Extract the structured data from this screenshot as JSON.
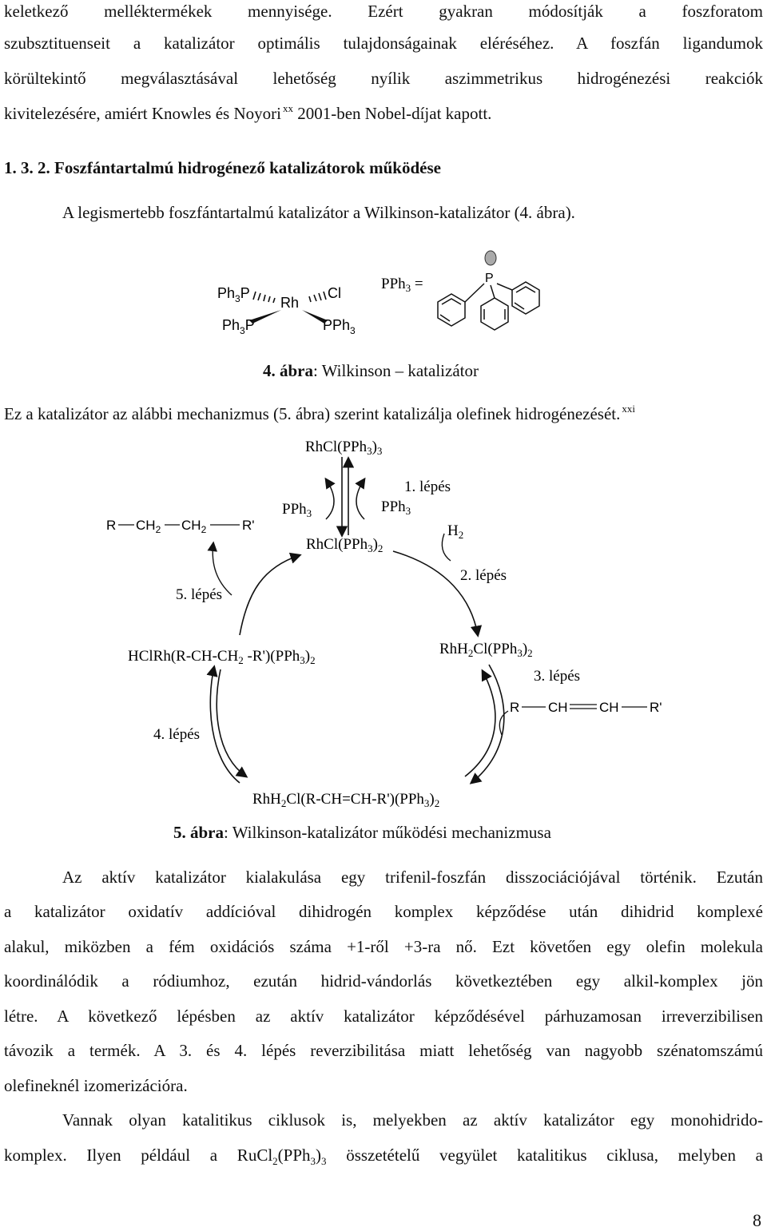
{
  "intro": {
    "line1": "keletkező melléktermékek mennyisége. Ezért gyakran módosítják a foszforatom",
    "line2": "szubsztituenseit a katalizátor optimális tulajdonságainak eléréséhez. A foszfán ligandumok",
    "line3": "körültekintő megválasztásával lehetőség nyílik aszimmetrikus hidrogénezési reakciók",
    "line4_a": "kivitelezésére, amiért Knowles és Noyori",
    "line4_sup": "xx",
    "line4_b": " 2001-ben Nobel-díjat kapott."
  },
  "section": {
    "title": "1. 3. 2. Foszfántartalmú hidrogénező katalizátorok működése",
    "lead": "A legismertebb foszfántartalmú katalizátor a Wilkinson-katalizátor (4. ábra)."
  },
  "figure4": {
    "ligand_tl": "Ph",
    "ligand_tl_sub": "3",
    "ligand_tl_p": "P",
    "metal": "Rh",
    "ligand_tr": "Cl",
    "ligand_bl": "Ph",
    "ligand_bl_sub": "3",
    "ligand_bl_p": "P",
    "ligand_br": "PPh",
    "ligand_br_sub": "3",
    "pph3_label": "PPh",
    "pph3_sub": "3",
    "pph3_eq": " =",
    "phosphorus": "P",
    "caption_num": "4. ábra",
    "caption_text": ": Wilkinson – katalizátor"
  },
  "mech_intro": {
    "text": "Ez a katalizátor az alábbi mechanizmus (5. ábra) szerint katalizálja olefinek hidrogénezését.",
    "sup": "xxi"
  },
  "figure5": {
    "top_complex": "RhCl(PPh3)3",
    "active_complex": "RhCl(PPh3)2",
    "pph3_left": "PPh3",
    "pph3_right": "PPh3",
    "step1": "1. lépés",
    "h2": "H2",
    "step2": "2. lépés",
    "dihydride": "RhH2Cl(PPh3)2",
    "step3": "3. lépés",
    "olefin": "R—CH═CH—R'",
    "olefin_complex": "RhH2Cl(R-CH=CH-R')(PPh3)2",
    "step4": "4. lépés",
    "alkyl_complex": "HClRh(R-CH-CH2-R')(PPh3)2",
    "step5": "5. lépés",
    "product": "R—CH2—CH2—R'",
    "caption_num": "5. ábra",
    "caption_text": ": Wilkinson-katalizátor működési mechanizmusa"
  },
  "para1": [
    "Az aktív katalizátor kialakulása egy trifenil-foszfán disszociációjával történik. Ezután",
    "a katalizátor oxidatív addícióval dihidrogén komplex képződése után dihidrid komplexé",
    "alakul, miközben a fém oxidációs száma +1-ről +3-ra nő. Ezt követően egy olefin molekula",
    "koordinálódik a ródiumhoz, ezután hidrid-vándorlás következtében egy alkil-komplex jön",
    "létre. A következő lépésben az aktív katalizátor képződésével párhuzamosan irreverzibilisen",
    "távozik a termék. A 3. és 4. lépés reverzibilitása miatt lehetőség van nagyobb szénatomszámú",
    "olefineknél izomerizációra."
  ],
  "para2": {
    "line1": "Vannak olyan katalitikus ciklusok is, melyekben az aktív katalizátor egy monohidrido-",
    "line2": "komplex. Ilyen például a RuCl2(PPh3)3 összetételű vegyület katalitikus ciklusa, melyben a"
  },
  "page_number": "8"
}
